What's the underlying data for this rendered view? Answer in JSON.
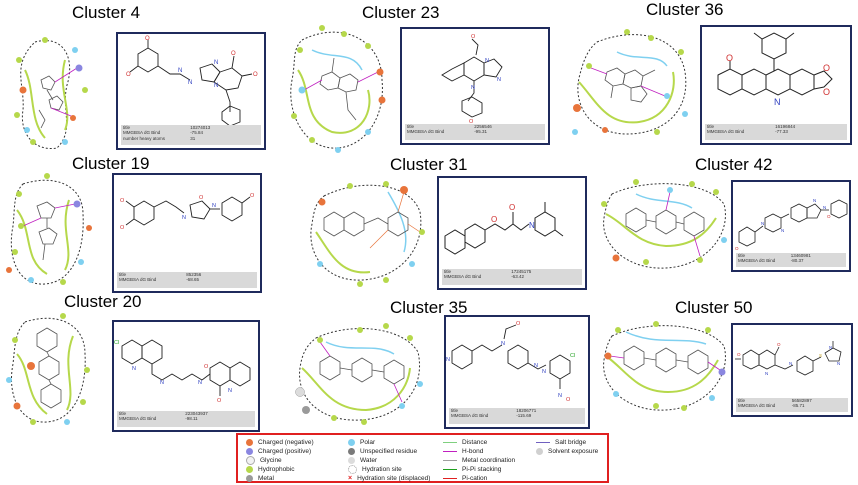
{
  "clusters": [
    {
      "title": "Cluster 4",
      "id": "10274013",
      "score": "-75.84",
      "extra_label": "number heavy atoms",
      "extra_value": "31"
    },
    {
      "title": "Cluster 23",
      "id": "2256546",
      "score": "-95.31"
    },
    {
      "title": "Cluster 36",
      "id": "16196844",
      "score": "-77.33"
    },
    {
      "title": "Cluster 19",
      "id": "852356",
      "score": "-68.65"
    },
    {
      "title": "Cluster 31",
      "id": "17245175",
      "score": "-63.42"
    },
    {
      "title": "Cluster 42",
      "id": "13460981",
      "score": "-80.37"
    },
    {
      "title": "Cluster 20",
      "id": "223043937",
      "score": "-98.11"
    },
    {
      "title": "Cluster 35",
      "id": "18206771",
      "score": "-115.69"
    },
    {
      "title": "Cluster 50",
      "id": "56582897",
      "score": "-85.71"
    }
  ],
  "meta_labels": {
    "title": "title",
    "score": "MMGBSA dG Bind"
  },
  "legend": {
    "items": [
      {
        "label": "Charged (negative)",
        "color": "#e8743b"
      },
      {
        "label": "Charged (positive)",
        "color": "#8a86e0"
      },
      {
        "label": "Glycine",
        "color": "#f2f2f2"
      },
      {
        "label": "Hydrophobic",
        "color": "#b6d84b"
      },
      {
        "label": "Metal",
        "color": "#9a9a9a"
      },
      {
        "label": "Polar",
        "color": "#7fd0f0"
      },
      {
        "label": "Unspecified residue",
        "color": "#7a7a7a"
      },
      {
        "label": "Water",
        "color": "#dcdcdc"
      },
      {
        "label": "Hydration site",
        "color": "#e0e0e0"
      },
      {
        "label": "Hydration site (displaced)",
        "color": "#e02020"
      },
      {
        "label": "Distance",
        "color": "#7fd07f"
      },
      {
        "label": "H-bond",
        "color": "#c020c0"
      },
      {
        "label": "Metal coordination",
        "color": "#a0a0a0"
      },
      {
        "label": "Pi-Pi stacking",
        "color": "#20a020"
      },
      {
        "label": "Pi-cation",
        "color": "#e02020"
      },
      {
        "label": "Salt bridge",
        "color": "#7060c0"
      },
      {
        "label": "Solvent exposure",
        "color": "#d0d0d0"
      }
    ]
  }
}
